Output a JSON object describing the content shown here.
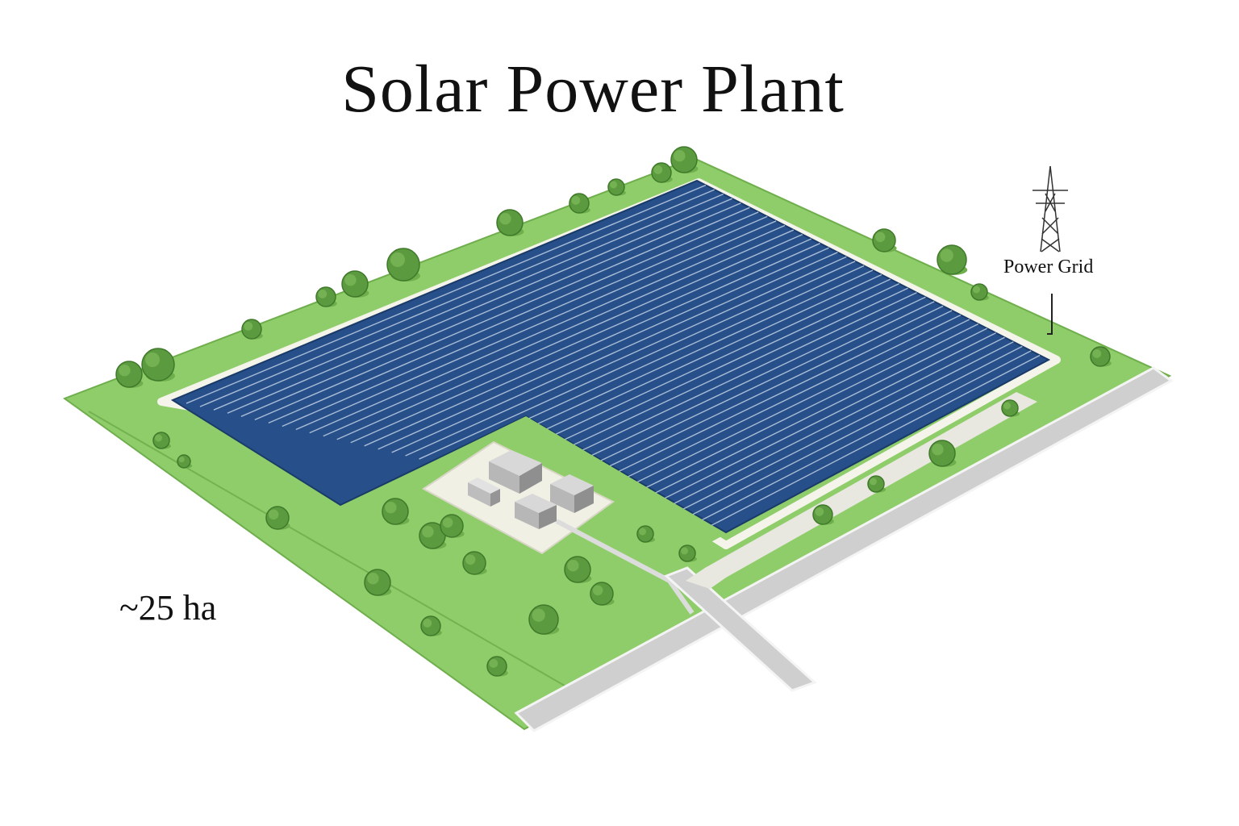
{
  "diagram": {
    "title": "Solar Power Plant",
    "area_label": "~25 ha",
    "grid_label": "Power Grid"
  },
  "colors": {
    "grass": "#8fcd6a",
    "grass_dark": "#6fae4c",
    "road": "#cfcfcf",
    "road_edge": "#f4f4f4",
    "panel": "#27508a",
    "panel_dark": "#1a3a68",
    "panel_line": "#a9bcd6",
    "pad": "#f1f0e4",
    "building": "#c9c9c9",
    "building_shade": "#9a9a9a",
    "tree": "#5c9a3f",
    "tree_dark": "#3f7a2a"
  },
  "icons": [
    "transmission-tower-icon",
    "tree-icon",
    "building-icon"
  ]
}
